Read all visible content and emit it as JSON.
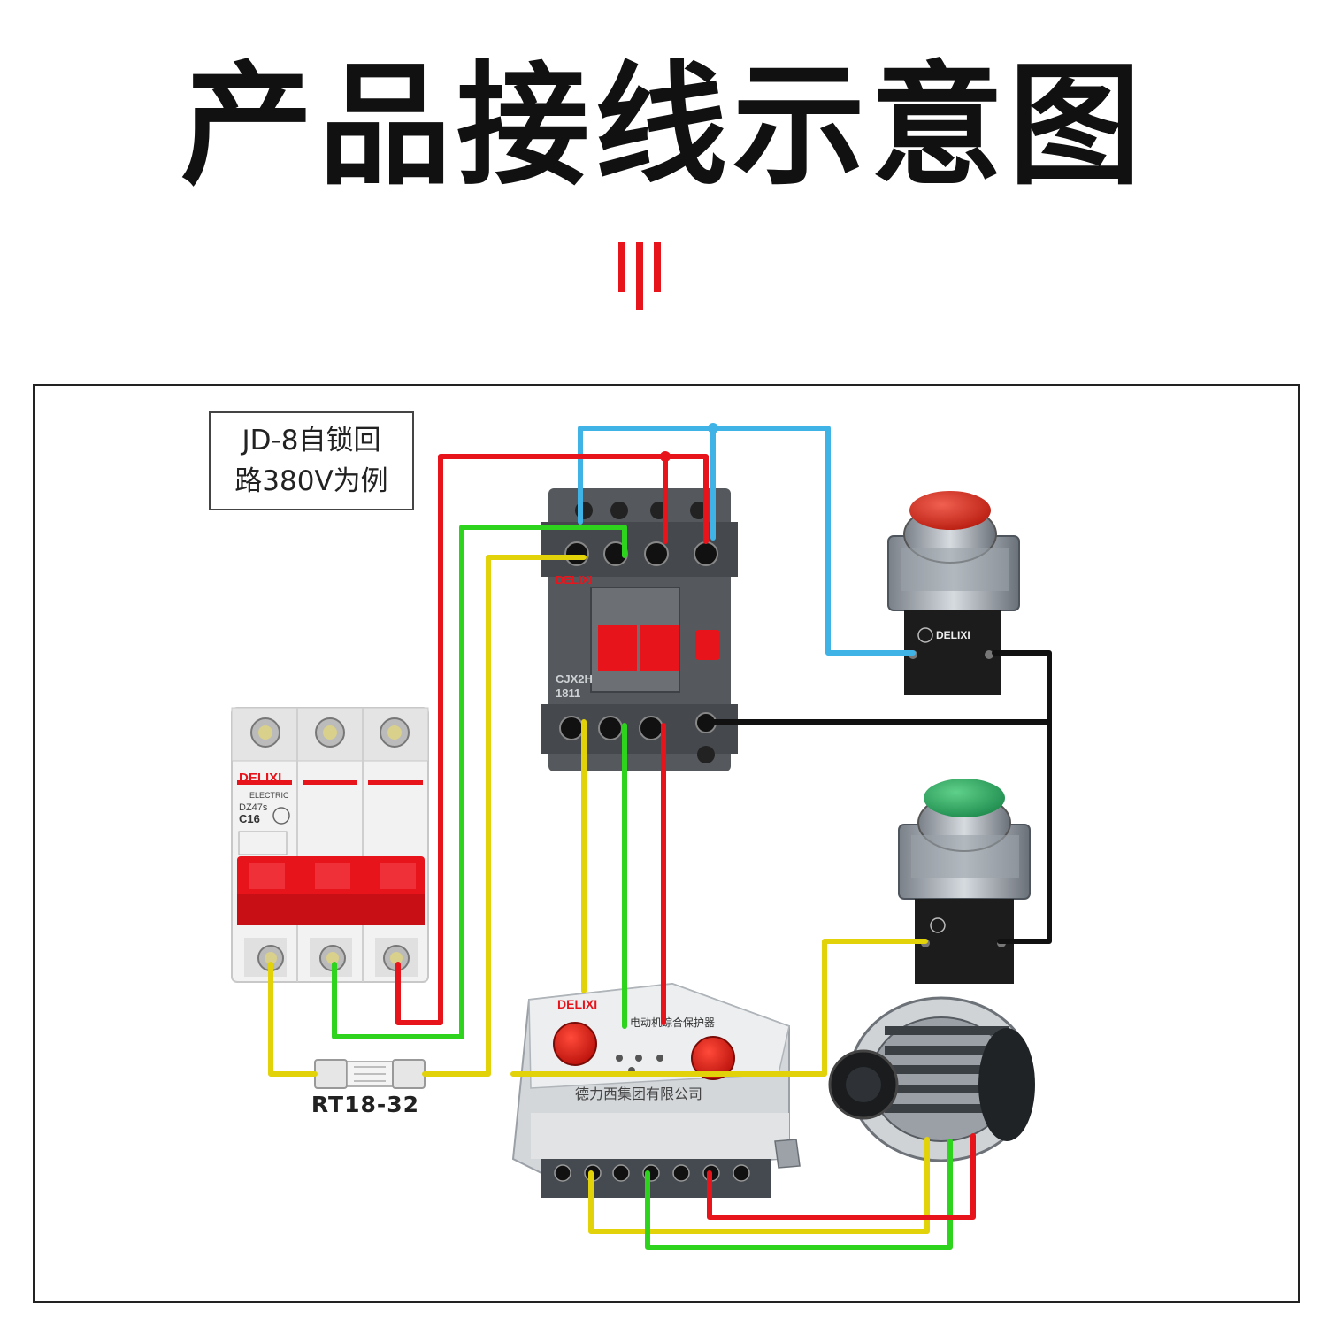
{
  "title": "产品接线示意图",
  "note": {
    "line1": "JD-8自锁回",
    "line2": "路380V为例"
  },
  "labels": {
    "fuse": "RT18-32",
    "brand": "DELIXI",
    "brand_sub": "ELECTRIC",
    "breaker_model": "DZ47s",
    "breaker_rating": "C16",
    "contactor_model": "CJX2H",
    "contactor_num": "1811",
    "protector_name": "电动机综合保护器",
    "protector_company": "德力西集团有限公司"
  },
  "colors": {
    "wire_red": "#e8141c",
    "wire_green": "#2ed31e",
    "wire_yellow": "#e2d20a",
    "wire_blue": "#3fb2e6",
    "wire_black": "#111111",
    "accent": "#e8141c"
  }
}
